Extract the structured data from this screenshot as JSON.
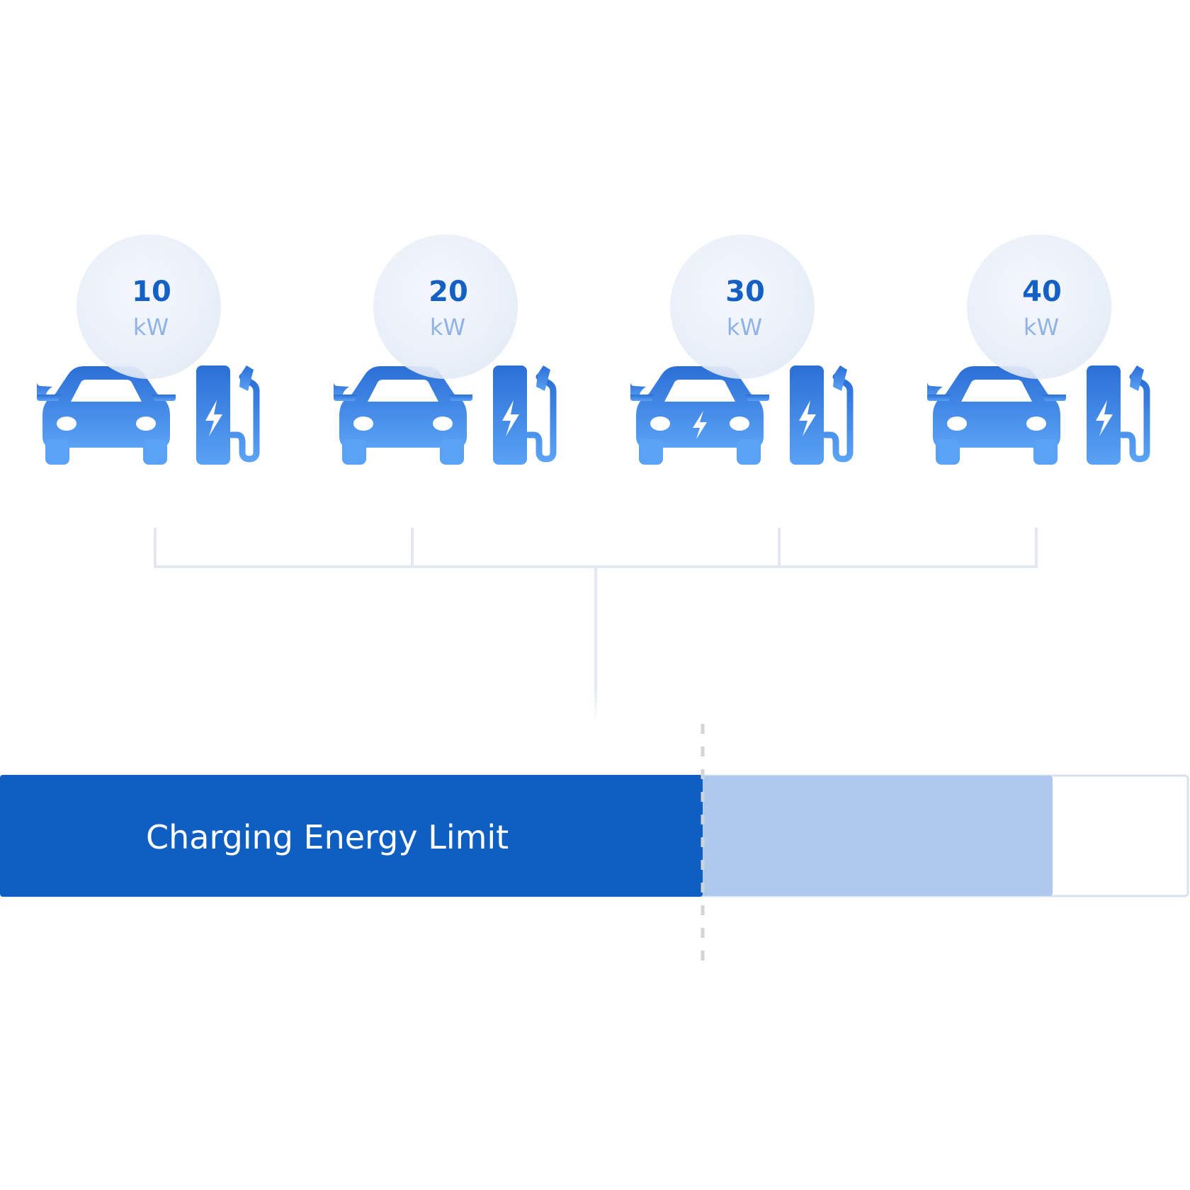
{
  "stations": [
    {
      "value": "10",
      "unit": "kW"
    },
    {
      "value": "20",
      "unit": "kW"
    },
    {
      "value": "30",
      "unit": "kW"
    },
    {
      "value": "40",
      "unit": "kW"
    }
  ],
  "energy_bar": {
    "label": "Charging Energy Limit"
  },
  "colors": {
    "primary": "#0f5fc2",
    "icon_top": "#2b6fd6",
    "icon_bottom": "#5aa2f5",
    "used_light": "#adc9ee",
    "connector": "#e2e7f3",
    "limit_marker": "#d0d4da"
  }
}
